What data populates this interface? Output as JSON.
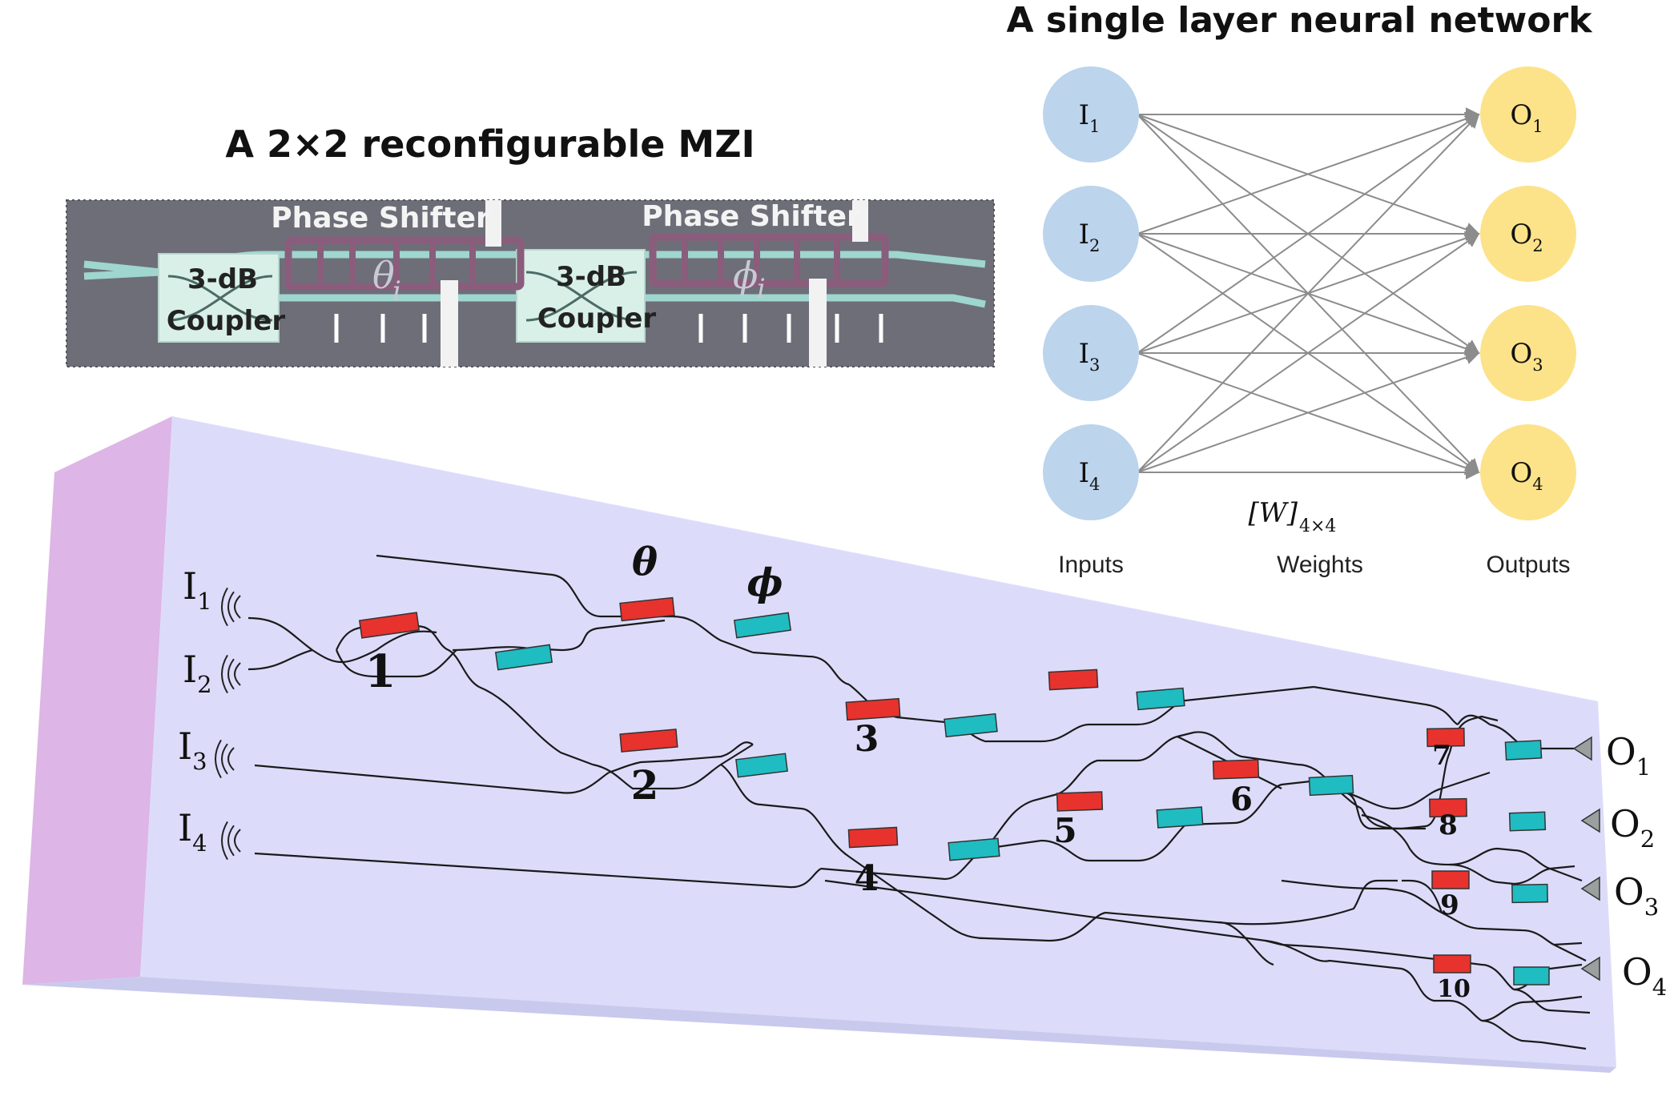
{
  "mzi_panel": {
    "title": "A 2×2 reconfigurable MZI",
    "coupler_top": "3-dB",
    "coupler_bottom": "Coupler",
    "phase_shifter_label": "Phase Shifter",
    "theta_i": "θ",
    "phi_i": "ϕ",
    "sub_i": "i"
  },
  "nn_panel": {
    "title": "A single layer neural network",
    "inputs": [
      {
        "base": "I",
        "sub": "1"
      },
      {
        "base": "I",
        "sub": "2"
      },
      {
        "base": "I",
        "sub": "3"
      },
      {
        "base": "I",
        "sub": "4"
      }
    ],
    "outputs": [
      {
        "base": "O",
        "sub": "1"
      },
      {
        "base": "O",
        "sub": "2"
      },
      {
        "base": "O",
        "sub": "3"
      },
      {
        "base": "O",
        "sub": "4"
      }
    ],
    "weights_label": "[W]",
    "weights_sub": "4×4",
    "col_inputs": "Inputs",
    "col_weights": "Weights",
    "col_outputs": "Outputs",
    "colors": {
      "input": "#bcd4ec",
      "output": "#fce38a",
      "edge": "#8c8c8c"
    }
  },
  "chip": {
    "theta": "θ",
    "phi": "ϕ",
    "inputs": [
      {
        "base": "I",
        "sub": "1"
      },
      {
        "base": "I",
        "sub": "2"
      },
      {
        "base": "I",
        "sub": "3"
      },
      {
        "base": "I",
        "sub": "4"
      }
    ],
    "outputs": [
      {
        "base": "O",
        "sub": "1"
      },
      {
        "base": "O",
        "sub": "2"
      },
      {
        "base": "O",
        "sub": "3"
      },
      {
        "base": "O",
        "sub": "4"
      }
    ],
    "mzi_numbers": [
      "1",
      "2",
      "3",
      "4",
      "5",
      "6",
      "7",
      "8",
      "9",
      "10"
    ],
    "colors": {
      "face": "#dcdcfa",
      "side": "#ddb5e6",
      "theta": "#e8322d",
      "phi": "#1fbcc2"
    }
  }
}
